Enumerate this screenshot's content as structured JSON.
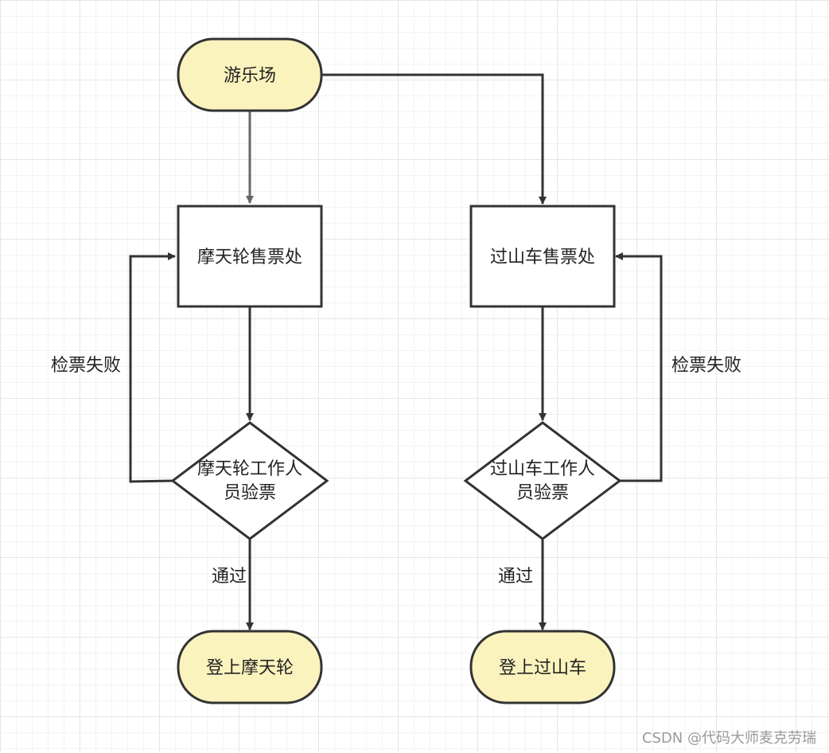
{
  "colors": {
    "terminal_fill": "#fbf3bd",
    "stroke": "#333333",
    "arrow_gray": "#666666",
    "grid_major": "#e6e6e6",
    "grid_minor": "#f3f3f3",
    "text": "#222222",
    "watermark": "#9a9a9a"
  },
  "nodes": {
    "park": {
      "label": "游乐场"
    },
    "ferris_ticket_office": {
      "label": "摩天轮售票处"
    },
    "coaster_ticket_office": {
      "label": "过山车售票处"
    },
    "ferris_check": {
      "label_line1": "摩天轮工作人",
      "label_line2": "员验票"
    },
    "coaster_check": {
      "label_line1": "过山车工作人",
      "label_line2": "员验票"
    },
    "board_ferris": {
      "label": "登上摩天轮"
    },
    "board_coaster": {
      "label": "登上过山车"
    }
  },
  "edges": {
    "ferris_fail": "检票失败",
    "coaster_fail": "检票失败",
    "ferris_pass": "通过",
    "coaster_pass": "通过"
  },
  "watermark": "CSDN @代码大师麦克劳瑞"
}
